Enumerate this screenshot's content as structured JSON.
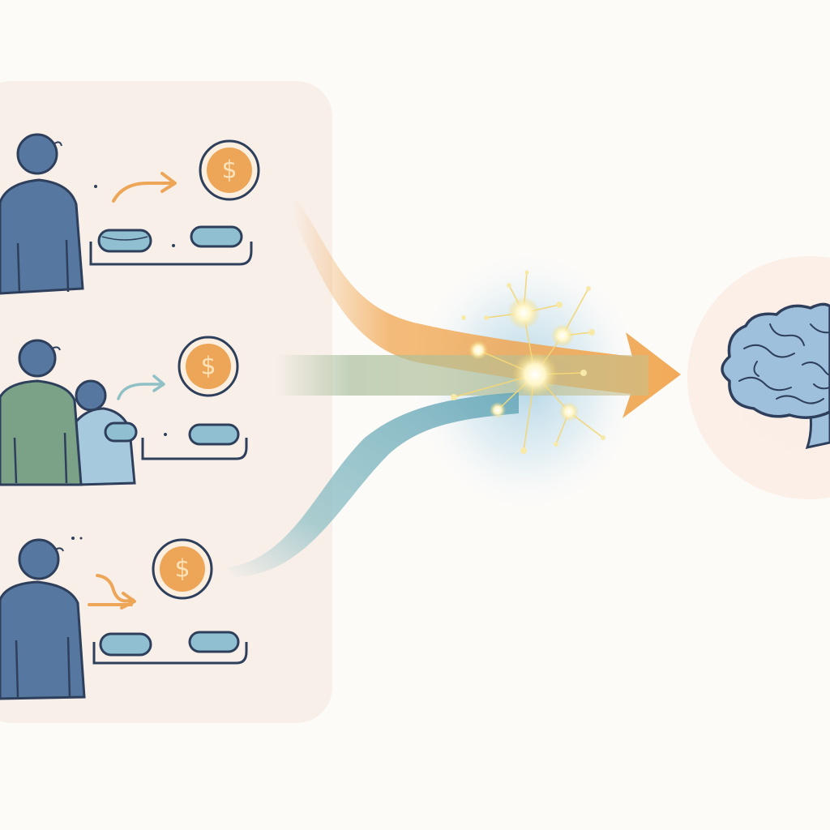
{
  "currency_symbol": "$",
  "scenarios": [
    {
      "id": "individual-1",
      "people": 1
    },
    {
      "id": "pair",
      "people": 2
    },
    {
      "id": "individual-2",
      "people": 1
    }
  ],
  "flows": [
    "orange",
    "green",
    "teal"
  ],
  "destination_icon": "brain-icon",
  "hub_icon": "network-burst-icon",
  "colors": {
    "panel": "#f8efe9",
    "person_blue": "#5677a0",
    "person_green": "#7ba287",
    "person_light": "#a7c9de",
    "outline": "#2e3f5c",
    "coin": "#eda658",
    "disc": "#8fbfd0",
    "flow_orange": "#f0a651",
    "flow_green": "#a6ba9a",
    "flow_teal": "#7fb3bf",
    "brain": "#9fc0dc",
    "glow": "#f7e9a8"
  }
}
